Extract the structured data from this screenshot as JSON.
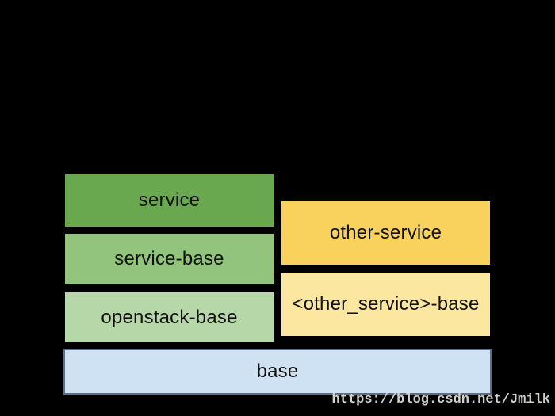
{
  "diagram": {
    "background": "#000000",
    "label_color": "#111111",
    "boxes": [
      {
        "id": "service",
        "label": "service",
        "fill": "#6aa84f",
        "border": "#000000"
      },
      {
        "id": "service-base",
        "label": "service-base",
        "fill": "#93c47d",
        "border": "#000000"
      },
      {
        "id": "openstack-base",
        "label": "openstack-base",
        "fill": "#b6d7a8",
        "border": "#000000"
      },
      {
        "id": "other-service",
        "label": "other-service",
        "fill": "#f8d25c",
        "border": "#000000"
      },
      {
        "id": "other-service-base",
        "label": "<other_service>-base",
        "fill": "#fbe79f",
        "border": "#000000"
      },
      {
        "id": "base",
        "label": "base",
        "fill": "#cfe2f3",
        "border": "#5f6f83"
      }
    ]
  },
  "watermark": {
    "text": "https://blog.csdn.net/Jmilk",
    "color": "#d2d2cc"
  }
}
